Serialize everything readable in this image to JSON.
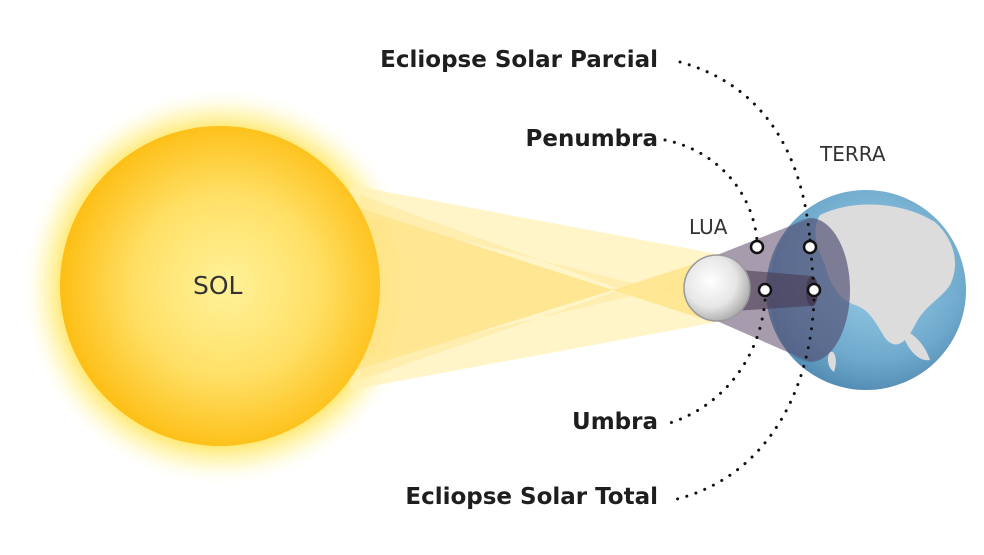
{
  "diagram": {
    "type": "solar-eclipse",
    "bodies": {
      "sun": {
        "label": "SOL",
        "color": "#FFC20E"
      },
      "moon": {
        "label": "LUA",
        "color": "#D9D9D9"
      },
      "earth": {
        "label": "TERRA",
        "color": "#6FA8CB"
      }
    },
    "callouts": {
      "partial": "Ecliopse Solar Parcial",
      "penumbra": "Penumbra",
      "umbra": "Umbra",
      "total": "Ecliopse Solar Total"
    },
    "colors": {
      "light_rays": "#FFE58A",
      "shadow": "#5E4A6A",
      "text": "#1E1E1E"
    }
  }
}
